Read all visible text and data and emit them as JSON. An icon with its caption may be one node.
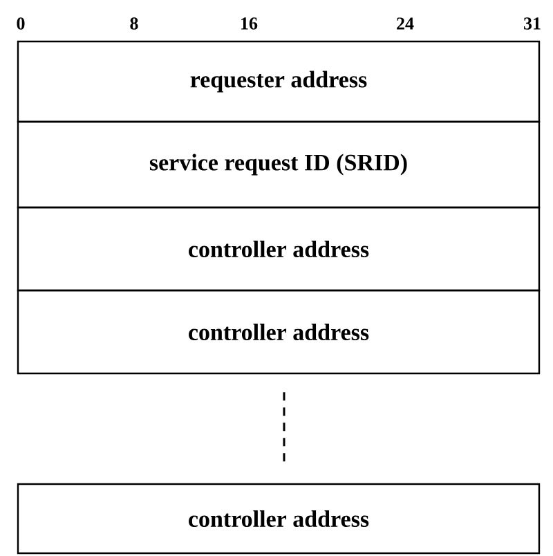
{
  "diagram": {
    "nodes": [
      {
        "text": [
          "requester address"
        ]
      },
      {
        "text": [
          "service request ID (SRID)"
        ]
      },
      {
        "text": [
          "controller address"
        ]
      },
      {
        "text": [
          "controller address"
        ]
      },
      {
        "text": [
          "controller address"
        ]
      }
    ],
    "edges": [
      {
        "from": 3,
        "to": 4,
        "arrow": "none",
        "style": "dashed"
      }
    ],
    "labels": [
      "0",
      "8",
      "16",
      "24",
      "31"
    ]
  }
}
